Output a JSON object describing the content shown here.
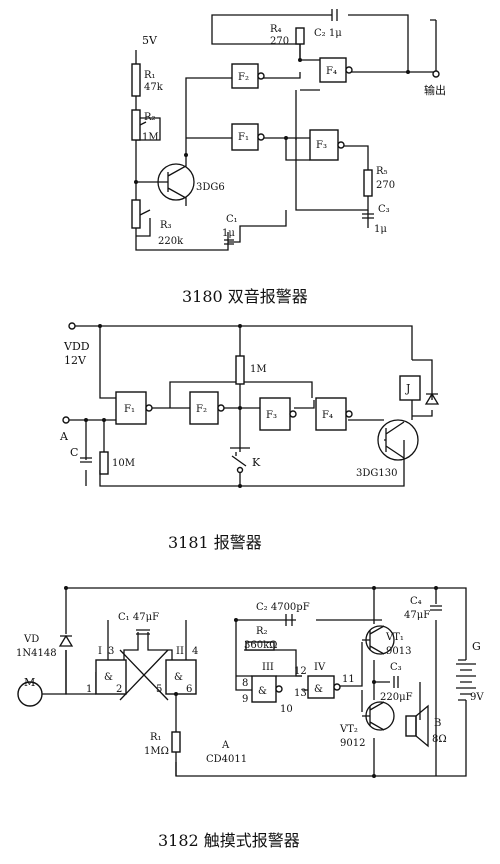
{
  "d1": {
    "caption": "3180  双音报警器",
    "supply": "5V",
    "r1": [
      "R₁",
      "47k"
    ],
    "r2": [
      "R₂",
      "1M"
    ],
    "r3": [
      "R₃",
      "220k"
    ],
    "r4": [
      "R₄",
      "270"
    ],
    "r5": [
      "R₅",
      "270"
    ],
    "c1": [
      "C₁",
      "1μ"
    ],
    "c2": "C₂ 1μ",
    "c3": [
      "C₃",
      "1μ"
    ],
    "transistor": "3DG6",
    "gates": [
      "F₁",
      "F₂",
      "F₃",
      "F₄"
    ],
    "output": "输出"
  },
  "d2": {
    "caption": "3181  报警器",
    "vdd": "VDD",
    "vdd_v": "12V",
    "r_top": "1M",
    "r_bottom": "10M",
    "cap": "C",
    "input": "A",
    "switch": "K",
    "relay": "J",
    "transistor": "3DG130",
    "gates": [
      "F₁",
      "F₂",
      "F₃",
      "F₄"
    ]
  },
  "d3": {
    "caption": "3182  触摸式报警器",
    "vd": [
      "VD",
      "1N4148"
    ],
    "m": "M",
    "c1": "C₁  47μF",
    "c2": "C₂  4700pF",
    "r2": [
      "R₂",
      "360kΩ"
    ],
    "c4": [
      "C₄",
      "47μF"
    ],
    "c3": [
      "C₃",
      "220μF"
    ],
    "vt1": [
      "VT₁",
      "9013"
    ],
    "vt2": [
      "VT₂",
      "9012"
    ],
    "r1": [
      "R₁",
      "1MΩ"
    ],
    "ic": [
      "A",
      "CD4011"
    ],
    "battery": [
      "G",
      "9V"
    ],
    "speaker": [
      "B",
      "8Ω"
    ],
    "gate_labels": [
      "I",
      "II",
      "III",
      "IV"
    ],
    "pins": [
      "3",
      "4",
      "1",
      "2",
      "5",
      "6",
      "8",
      "9",
      "10",
      "12",
      "13",
      "11"
    ],
    "and": "&"
  }
}
